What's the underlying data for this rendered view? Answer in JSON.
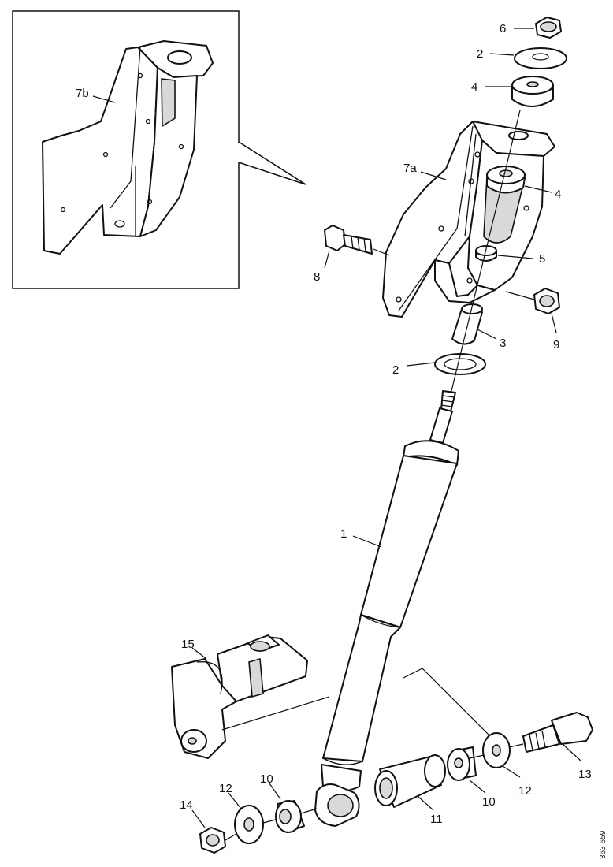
{
  "labels": {
    "l7b": "7b",
    "l6": "6",
    "l2_top": "2",
    "l4_top": "4",
    "l7a": "7a",
    "l4_mid": "4",
    "l8": "8",
    "l5": "5",
    "l9": "9",
    "l3": "3",
    "l2_mid": "2",
    "l1": "1",
    "l15": "15",
    "l13": "13",
    "l12_right": "12",
    "l10_right": "10",
    "l11": "11",
    "l10_left": "10",
    "l12_left": "12",
    "l14": "14"
  },
  "reference_number": "363 659"
}
